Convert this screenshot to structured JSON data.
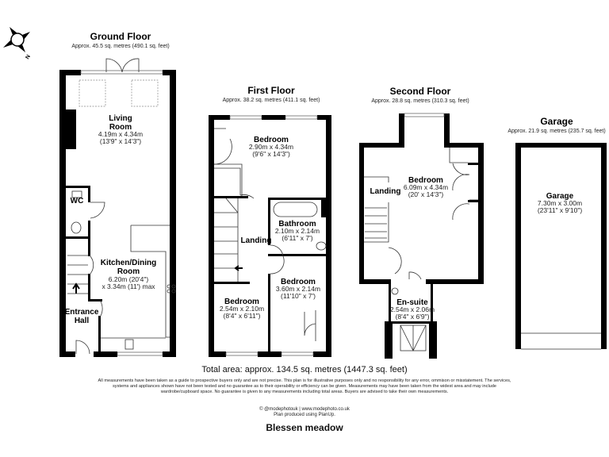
{
  "compass": {
    "label": "N",
    "icon": "compass-north-icon"
  },
  "floors": {
    "ground": {
      "title": "Ground Floor",
      "area": "Approx. 45.5 sq. metres (490.1 sq. feet)",
      "rooms": {
        "living": {
          "name1": "Living",
          "name2": "Room",
          "dim1": "4.19m x 4.34m",
          "dim2": "(13'9\" x 14'3\")"
        },
        "wc": {
          "name": "WC"
        },
        "kitchen": {
          "name1": "Kitchen/Dining",
          "name2": "Room",
          "dim1": "6.20m (20'4\")",
          "dim2": "x 3.34m (11') max"
        },
        "hall": {
          "name1": "Entrance",
          "name2": "Hall"
        }
      }
    },
    "first": {
      "title": "First Floor",
      "area": "Approx. 38.2 sq. metres (411.1 sq. feet)",
      "rooms": {
        "bedroom1": {
          "name": "Bedroom",
          "dim1": "2.90m x 4.34m",
          "dim2": "(9'6\" x 14'3\")"
        },
        "bathroom": {
          "name": "Bathroom",
          "dim1": "2.10m x 2.14m",
          "dim2": "(6'11\" x 7')"
        },
        "landing": {
          "name": "Landing"
        },
        "bedroom2": {
          "name": "Bedroom",
          "dim1": "3.60m x 2.14m",
          "dim2": "(11'10\" x 7')"
        },
        "bedroom3": {
          "name": "Bedroom",
          "dim1": "2.54m x 2.10m",
          "dim2": "(8'4\" x 6'11\")"
        }
      }
    },
    "second": {
      "title": "Second Floor",
      "area": "Approx. 28.8 sq. metres (310.3 sq. feet)",
      "rooms": {
        "bedroom": {
          "name": "Bedroom",
          "dim1": "6.09m x 4.34m",
          "dim2": "(20' x 14'3\")"
        },
        "landing": {
          "name": "Landing"
        },
        "ensuite": {
          "name": "En-suite",
          "dim1": "2.54m x 2.06m",
          "dim2": "(8'4\" x 6'9\")"
        }
      }
    },
    "garage": {
      "title": "Garage",
      "area": "Approx. 21.9 sq. metres (235.7 sq. feet)",
      "rooms": {
        "garage": {
          "name": "Garage",
          "dim1": "7.30m x 3.00m",
          "dim2": "(23'11\" x 9'10\")"
        }
      }
    }
  },
  "footer": {
    "total": "Total area: approx. 134.5 sq. metres (1447.3 sq. feet)",
    "disclaimer": "All measurements have been taken as a guide to prospective buyers only and are not precise. This plan is for illustrative purposes only and no responsibility for any error, ommison or misstatement. The services, systems and appliances shown have not been tested and no guarantee as to their operability or efficiency can be given. Measurements may have been taken from the widest area and may include wardrobe/cupboard space. No guarantee is given to any measurements including total areas. Buyers are advised to take their own measurements.",
    "credit1": "© @modephotouk | www.modephoto.co.uk",
    "credit2": "Plan produced using PlanUp.",
    "property": "Blessen meadow"
  }
}
